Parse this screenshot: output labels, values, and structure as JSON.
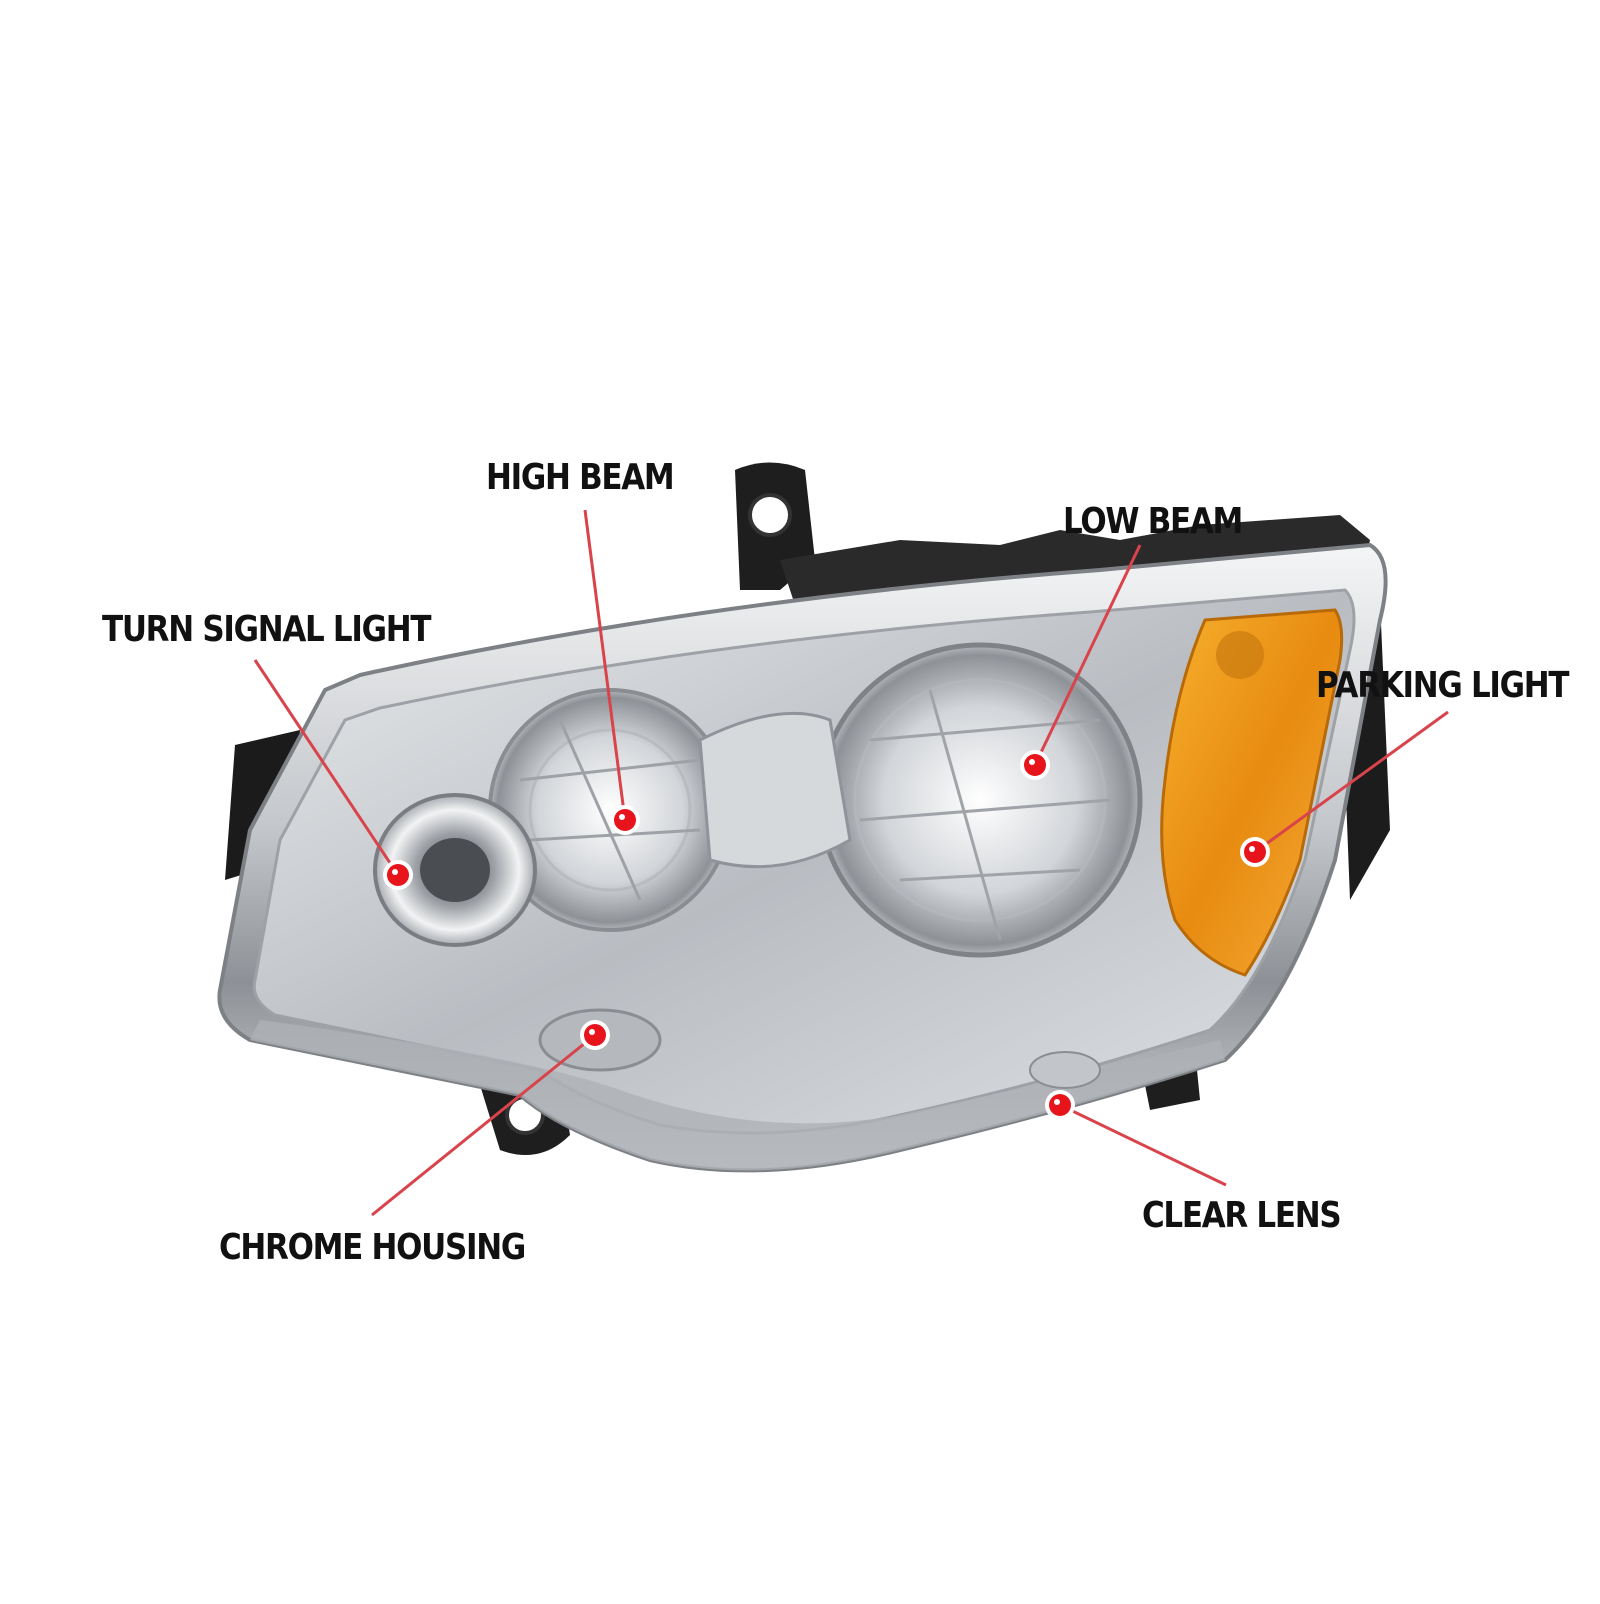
{
  "colors": {
    "leader_line": "#d9434b",
    "marker_fill": "#e8141c",
    "marker_ring": "#ffffff",
    "label_text": "#111111",
    "amber_lens": "#f0a21f",
    "chrome": "#c9ccd0",
    "black_plastic": "#1c1c1c"
  },
  "callouts": [
    {
      "id": "high-beam",
      "label": "HIGH BEAM"
    },
    {
      "id": "low-beam",
      "label": "LOW BEAM"
    },
    {
      "id": "turn-signal-light",
      "label": "TURN SIGNAL LIGHT"
    },
    {
      "id": "parking-light",
      "label": "PARKING LIGHT"
    },
    {
      "id": "clear-lens",
      "label": "CLEAR LENS"
    },
    {
      "id": "chrome-housing",
      "label": "CHROME HOUSING"
    }
  ]
}
